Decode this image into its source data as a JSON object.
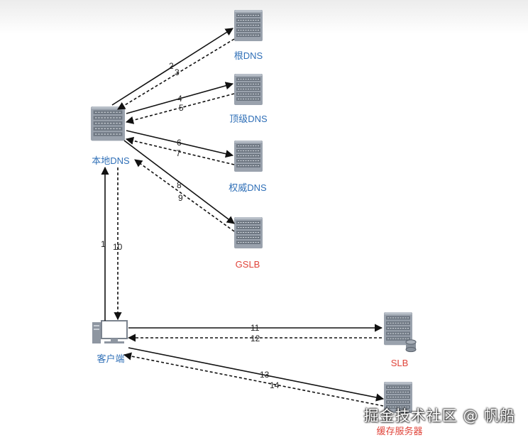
{
  "nodes": {
    "root_dns": "根DNS",
    "tld_dns": "顶级DNS",
    "auth_dns": "权威DNS",
    "gslb": "GSLB",
    "local_dns": "本地DNS",
    "client": "客户端",
    "slb": "SLB",
    "cache_server": "缓存服务器"
  },
  "edges": [
    "1",
    "2",
    "3",
    "4",
    "5",
    "6",
    "7",
    "8",
    "9",
    "10",
    "11",
    "12",
    "13",
    "14"
  ],
  "colors": {
    "blue_label": "#2f6fb7",
    "red_label": "#e0443a",
    "arrow": "#111111"
  },
  "watermark": "掘金技术社区 @ 帆船"
}
